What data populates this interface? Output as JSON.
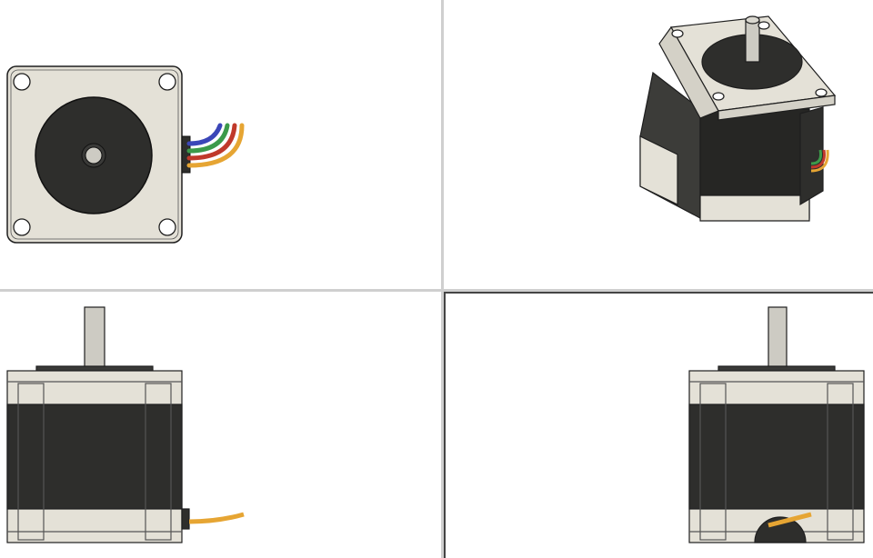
{
  "viewports": [
    {
      "view": "front"
    },
    {
      "view": "isometric"
    },
    {
      "view": "side-left"
    },
    {
      "view": "side-right",
      "active": true
    }
  ],
  "colors": {
    "divider": "#cfcfcf",
    "active_border": "#444444",
    "flange": "#e4e1d7",
    "body": "#2e2e2c",
    "shaft": "#cdcbc3",
    "outline": "#1e1e1e",
    "wire_blue": "#3b46b8",
    "wire_green": "#3c9a4a",
    "wire_red": "#c0392b",
    "wire_orange": "#e6a533"
  }
}
